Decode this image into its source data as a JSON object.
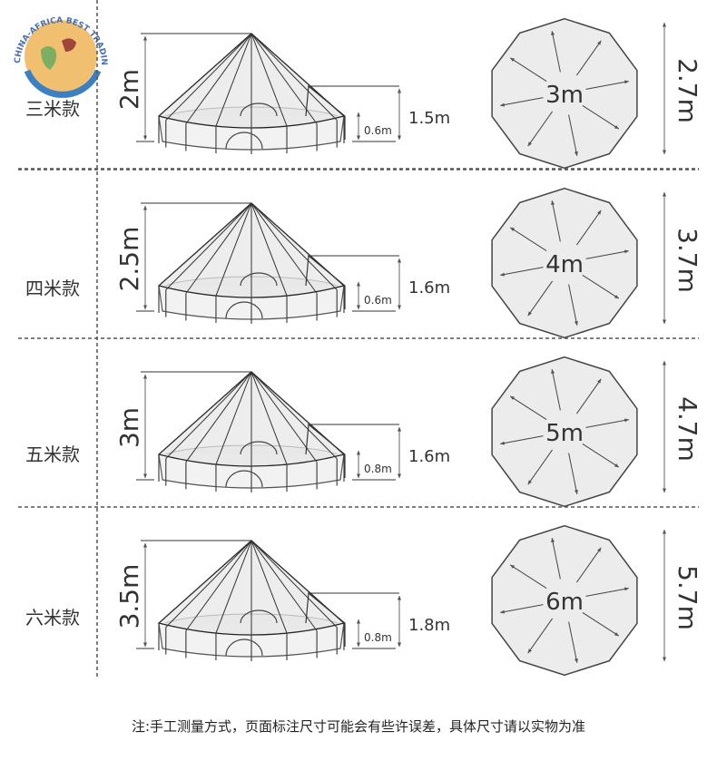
{
  "logo": {
    "text": "CHINA-AFRICA BEST TRADING PLATFORM"
  },
  "rows": [
    {
      "model": "三米款",
      "tent_height": "2m",
      "wall_height": "1.5m",
      "door_height": "0.6m",
      "diameter": "3m",
      "width": "2.7m"
    },
    {
      "model": "四米款",
      "tent_height": "2.5m",
      "wall_height": "1.6m",
      "door_height": "0.6m",
      "diameter": "4m",
      "width": "3.7m"
    },
    {
      "model": "五米款",
      "tent_height": "3m",
      "wall_height": "1.6m",
      "door_height": "0.8m",
      "diameter": "5m",
      "width": "4.7m"
    },
    {
      "model": "六米款",
      "tent_height": "3.5m",
      "wall_height": "1.8m",
      "door_height": "0.8m",
      "diameter": "6m",
      "width": "5.7m"
    }
  ],
  "note": "注:手工测量方式，页面标注尺寸可能会有些许误差，具体尺寸请以实物为准"
}
